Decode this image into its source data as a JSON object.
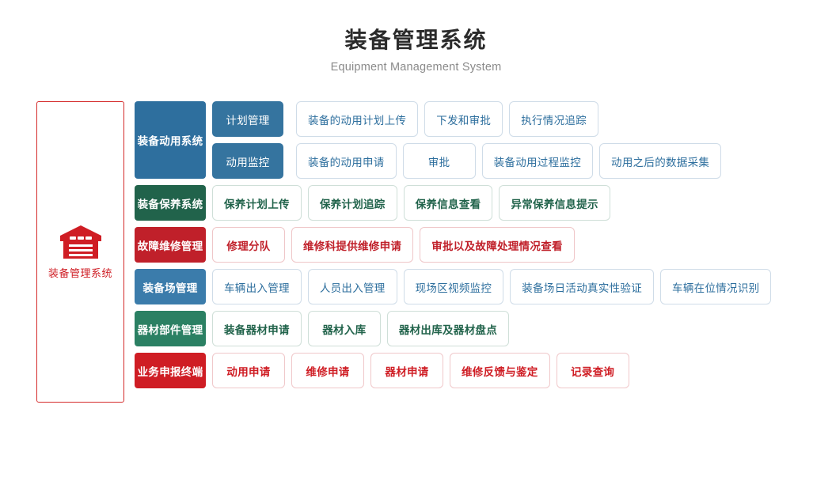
{
  "header": {
    "title": "装备管理系统",
    "subtitle": "Equipment Management System"
  },
  "brand": {
    "label": "装备管理系统",
    "icon": "warehouse-icon",
    "color": "#cf1d24",
    "border_color": "#d42b2b"
  },
  "palette": {
    "blue_dark": "#2e6f9e",
    "blue_sub": "#35749f",
    "blue_light": "#3b7cab",
    "green_dark": "#21634b",
    "green_light": "#2b8063",
    "red_dark": "#c0202a",
    "red_bright": "#cf1d24",
    "leaf_border_blue": "#cfdce8",
    "leaf_border_green": "#cfdfd8",
    "leaf_border_red": "#efc6c8"
  },
  "rows": [
    {
      "category": "装备动用系统",
      "theme": "blue",
      "subgroups": [
        {
          "label": "计划管理",
          "leaves": [
            "装备的动用计划上传",
            "下发和审批",
            "执行情况追踪"
          ]
        },
        {
          "label": "动用监控",
          "leaves": [
            "装备的动用申请",
            "审批",
            "装备动用过程监控",
            "动用之后的数据采集"
          ]
        }
      ]
    },
    {
      "category": "装备保养系统",
      "theme": "green",
      "subgroups": [
        {
          "label": "",
          "leaves": [
            "保养计划上传",
            "保养计划追踪",
            "保养信息查看",
            "异常保养信息提示"
          ]
        }
      ]
    },
    {
      "category": "故障维修管理",
      "theme": "red",
      "subgroups": [
        {
          "label": "",
          "leaves": [
            "修理分队",
            "维修科提供维修申请",
            "审批以及故障处理情况查看"
          ]
        }
      ]
    },
    {
      "category": "装备场管理",
      "theme": "blue2",
      "subgroups": [
        {
          "label": "",
          "leaves": [
            "车辆出入管理",
            "人员出入管理",
            "现场区视频监控",
            "装备场日活动真实性验证",
            "车辆在位情况识别"
          ]
        }
      ]
    },
    {
      "category": "器材部件管理",
      "theme": "green2",
      "subgroups": [
        {
          "label": "",
          "leaves": [
            "装备器材申请",
            "器材入库",
            "器材出库及器材盘点"
          ]
        }
      ]
    },
    {
      "category": "业务申报终端",
      "theme": "red2",
      "subgroups": [
        {
          "label": "",
          "leaves": [
            "动用申请",
            "维修申请",
            "器材申请",
            "维修反馈与鉴定",
            "记录查询"
          ]
        }
      ]
    }
  ]
}
